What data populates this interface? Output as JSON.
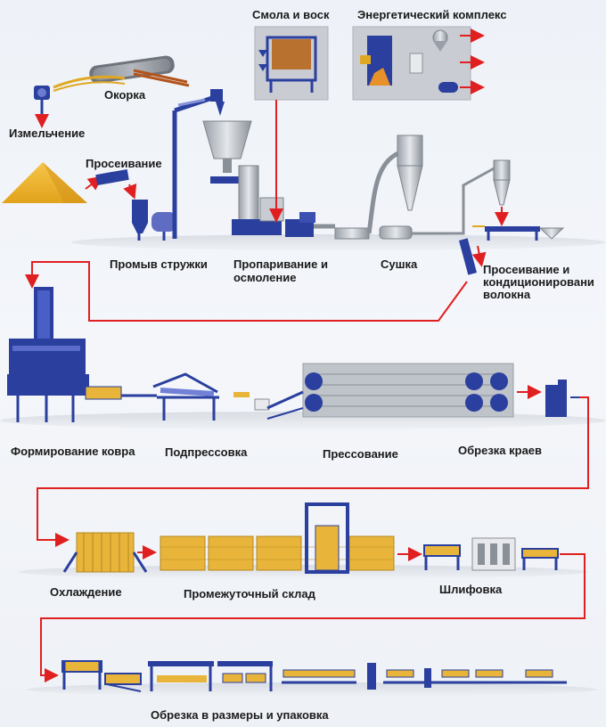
{
  "stages": {
    "debarking": "Окорка",
    "chipping": "Измельчение",
    "screening": "Просеивание",
    "chip_washing": "Промыв стружки",
    "resin_wax": "Смола и воск",
    "energy_complex": "Энергетический комплекс",
    "steaming_line1": "Пропаривание и",
    "steaming_line2": "осмоление",
    "drying": "Сушка",
    "fiber_screening_line1": "Просеивание и",
    "fiber_screening_line2": "кондиционировани",
    "fiber_screening_line3": "волокна",
    "mat_forming": "Формирование ковра",
    "prepressing": "Подпрессовка",
    "pressing": "Прессование",
    "edge_trimming": "Обрезка краев",
    "cooling": "Охлаждение",
    "intermediate_storage": "Промежуточный склад",
    "sanding": "Шлифовка",
    "cutting_packing": "Обрезка в размеры и упаковка"
  },
  "colors": {
    "machine_blue": "#2a3f9e",
    "flow_arrow_red": "#e02020",
    "board_yellow": "#e8b53a",
    "steel_grey": "#b9bec6",
    "panel_grey": "#c9ccd2"
  }
}
